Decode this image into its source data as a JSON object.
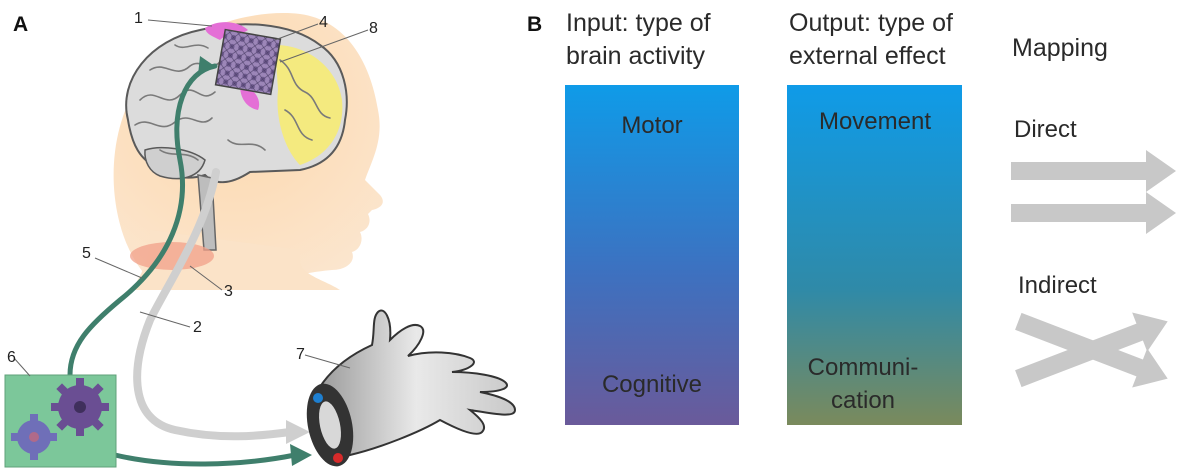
{
  "panel_a": {
    "letter": "A",
    "callouts": [
      "1",
      "2",
      "3",
      "4",
      "5",
      "6",
      "7",
      "8"
    ]
  },
  "panel_b": {
    "letter": "B",
    "input_header": [
      "Input: type of",
      "brain activity"
    ],
    "output_header": [
      "Output: type of",
      "external effect"
    ],
    "mapping_header": "Mapping",
    "input_top": "Motor",
    "input_bottom": "Cognitive",
    "output_top": "Movement",
    "output_bottom": [
      "Communi-",
      "cation"
    ],
    "direct_label": "Direct",
    "indirect_label": "Indirect"
  },
  "colors": {
    "skin": "#fbd3a6",
    "brain": "#d8d8d8",
    "motor_area": "#e46fd6",
    "parietal_area": "#f8ec6e",
    "implant_pathway": "#3f7f6c",
    "external_pathway": "#cfcfcf",
    "gear_box": "#7cc79a",
    "gradient_top": "#0f9be8",
    "input_gradient_bottom": "#6a5a9a",
    "output_gradient_bottom": "#7a8a5c",
    "mapping_arrow": "#c8c8c8"
  }
}
